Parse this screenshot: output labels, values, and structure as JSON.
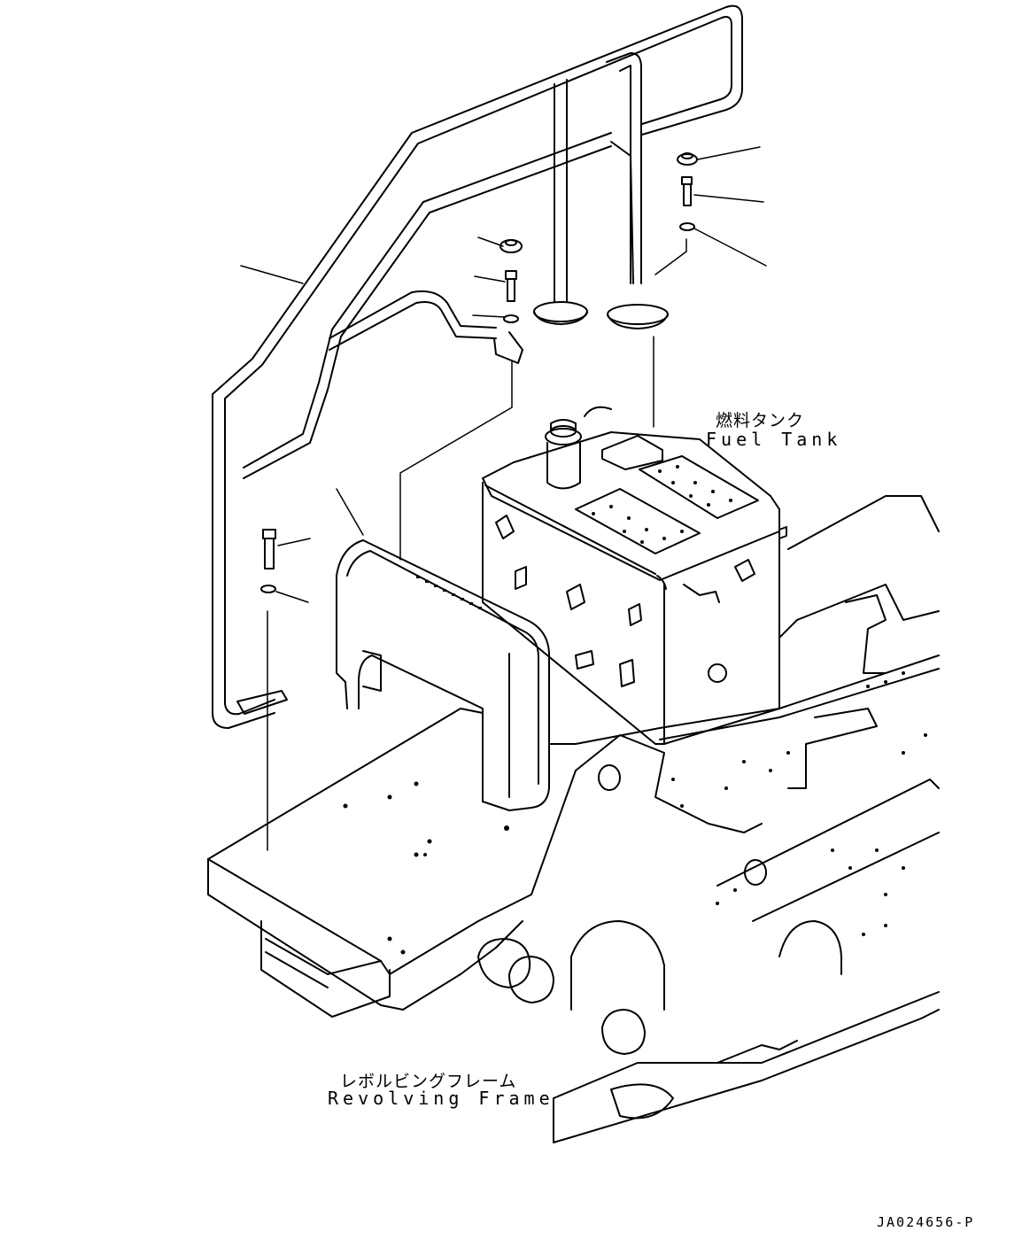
{
  "labels": {
    "fuel_tank_jp": "燃料タンク",
    "fuel_tank_en": "Fuel Tank",
    "revolving_frame_jp": "レボルビングフレーム",
    "revolving_frame_en": "Revolving Frame",
    "drawing_code": "JA024656-P"
  },
  "colors": {
    "line": "#000000",
    "background": "#ffffff"
  }
}
